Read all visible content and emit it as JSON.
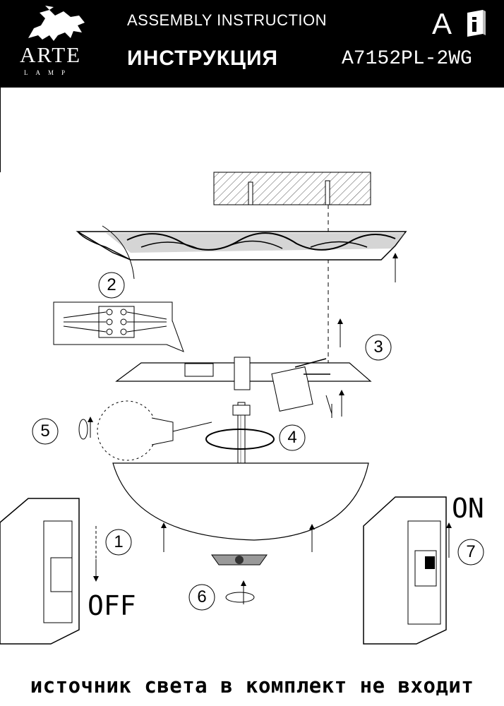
{
  "header": {
    "brand": "ARTE",
    "brand_sub": "LAMP",
    "title_en": "ASSEMBLY INSTRUCTION",
    "title_ru": "ИНСТРУКЦИЯ",
    "letter": "A",
    "model": "A7152PL-2WG",
    "logo_icon": "griffin-icon",
    "info_icon": "info-book-icon"
  },
  "steps": [
    "1",
    "2",
    "3",
    "4",
    "5",
    "6",
    "7"
  ],
  "labels": {
    "off": "OFF",
    "on": "ON"
  },
  "footer": {
    "note": "источник света в комплект не входит"
  }
}
